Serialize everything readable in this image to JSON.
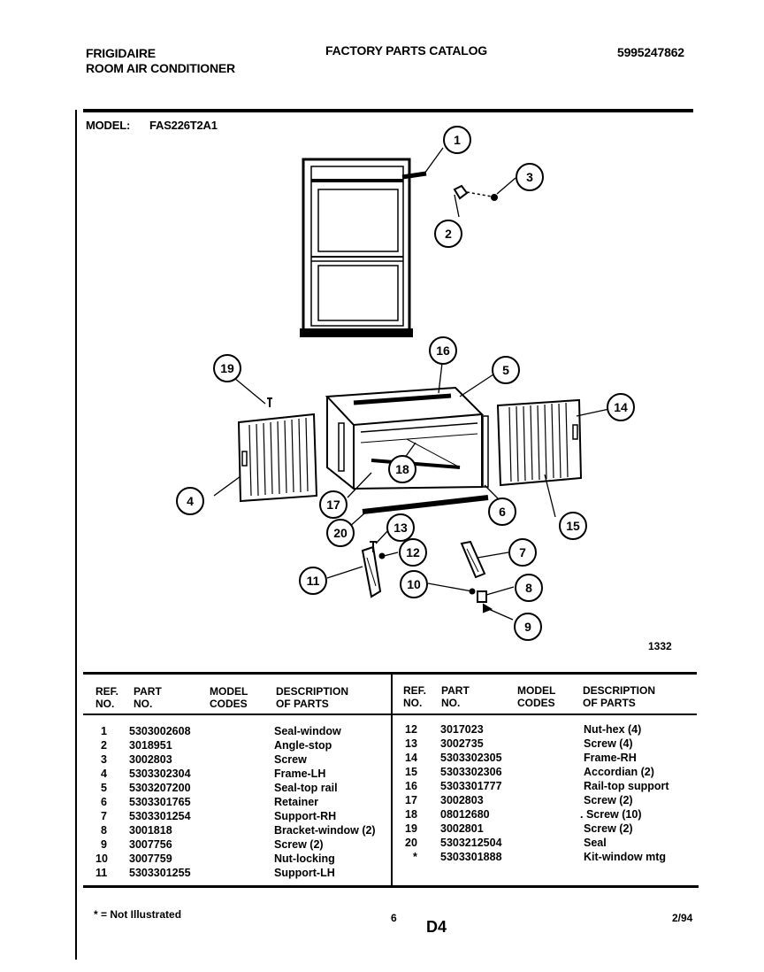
{
  "header": {
    "brand": "FRIGIDAIRE",
    "product": "ROOM AIR CONDITIONER",
    "catalog": "FACTORY PARTS CATALOG",
    "catalog_number": "5995247862",
    "model_label": "MODEL:",
    "model_number": "FAS226T2A1"
  },
  "diagram": {
    "code": "1332",
    "callouts": [
      "1",
      "2",
      "3",
      "4",
      "5",
      "6",
      "7",
      "8",
      "9",
      "10",
      "11",
      "12",
      "13",
      "14",
      "15",
      "16",
      "17",
      "18",
      "19",
      "20"
    ]
  },
  "table": {
    "headers": {
      "ref_no": [
        "REF.",
        "NO."
      ],
      "part_no": [
        "PART",
        "NO."
      ],
      "model_codes": [
        "MODEL",
        "CODES"
      ],
      "description": [
        "DESCRIPTION",
        "OF PARTS"
      ]
    },
    "left": [
      {
        "ref": "1",
        "part": "5303002608",
        "desc": "Seal-window"
      },
      {
        "ref": "2",
        "part": "3018951",
        "desc": "Angle-stop"
      },
      {
        "ref": "3",
        "part": "3002803",
        "desc": "Screw"
      },
      {
        "ref": "4",
        "part": "5303302304",
        "desc": "Frame-LH"
      },
      {
        "ref": "5",
        "part": "5303207200",
        "desc": "Seal-top rail"
      },
      {
        "ref": "6",
        "part": "5303301765",
        "desc": "Retainer"
      },
      {
        "ref": "7",
        "part": "5303301254",
        "desc": "Support-RH"
      },
      {
        "ref": "8",
        "part": "3001818",
        "desc": "Bracket-window (2)"
      },
      {
        "ref": "9",
        "part": "3007756",
        "desc": "Screw (2)"
      },
      {
        "ref": "10",
        "part": "3007759",
        "desc": "Nut-locking"
      },
      {
        "ref": "11",
        "part": "5303301255",
        "desc": "Support-LH"
      }
    ],
    "right": [
      {
        "ref": "12",
        "part": "3017023",
        "desc": "Nut-hex (4)"
      },
      {
        "ref": "13",
        "part": "3002735",
        "desc": "Screw (4)"
      },
      {
        "ref": "14",
        "part": "5303302305",
        "desc": "Frame-RH"
      },
      {
        "ref": "15",
        "part": "5303302306",
        "desc": "Accordian (2)"
      },
      {
        "ref": "16",
        "part": "5303301777",
        "desc": "Rail-top support"
      },
      {
        "ref": "17",
        "part": "3002803",
        "desc": "Screw (2)"
      },
      {
        "ref": "18",
        "part": "08012680",
        "desc": ". Screw (10)"
      },
      {
        "ref": "19",
        "part": "3002801",
        "desc": "Screw (2)"
      },
      {
        "ref": "20",
        "part": "5303212504",
        "desc": "Seal"
      },
      {
        "ref": "*",
        "part": "5303301888",
        "desc": "Kit-window mtg"
      }
    ]
  },
  "footer": {
    "note": "* = Not Illustrated",
    "page": "6",
    "section": "D4",
    "date": "2/94"
  }
}
